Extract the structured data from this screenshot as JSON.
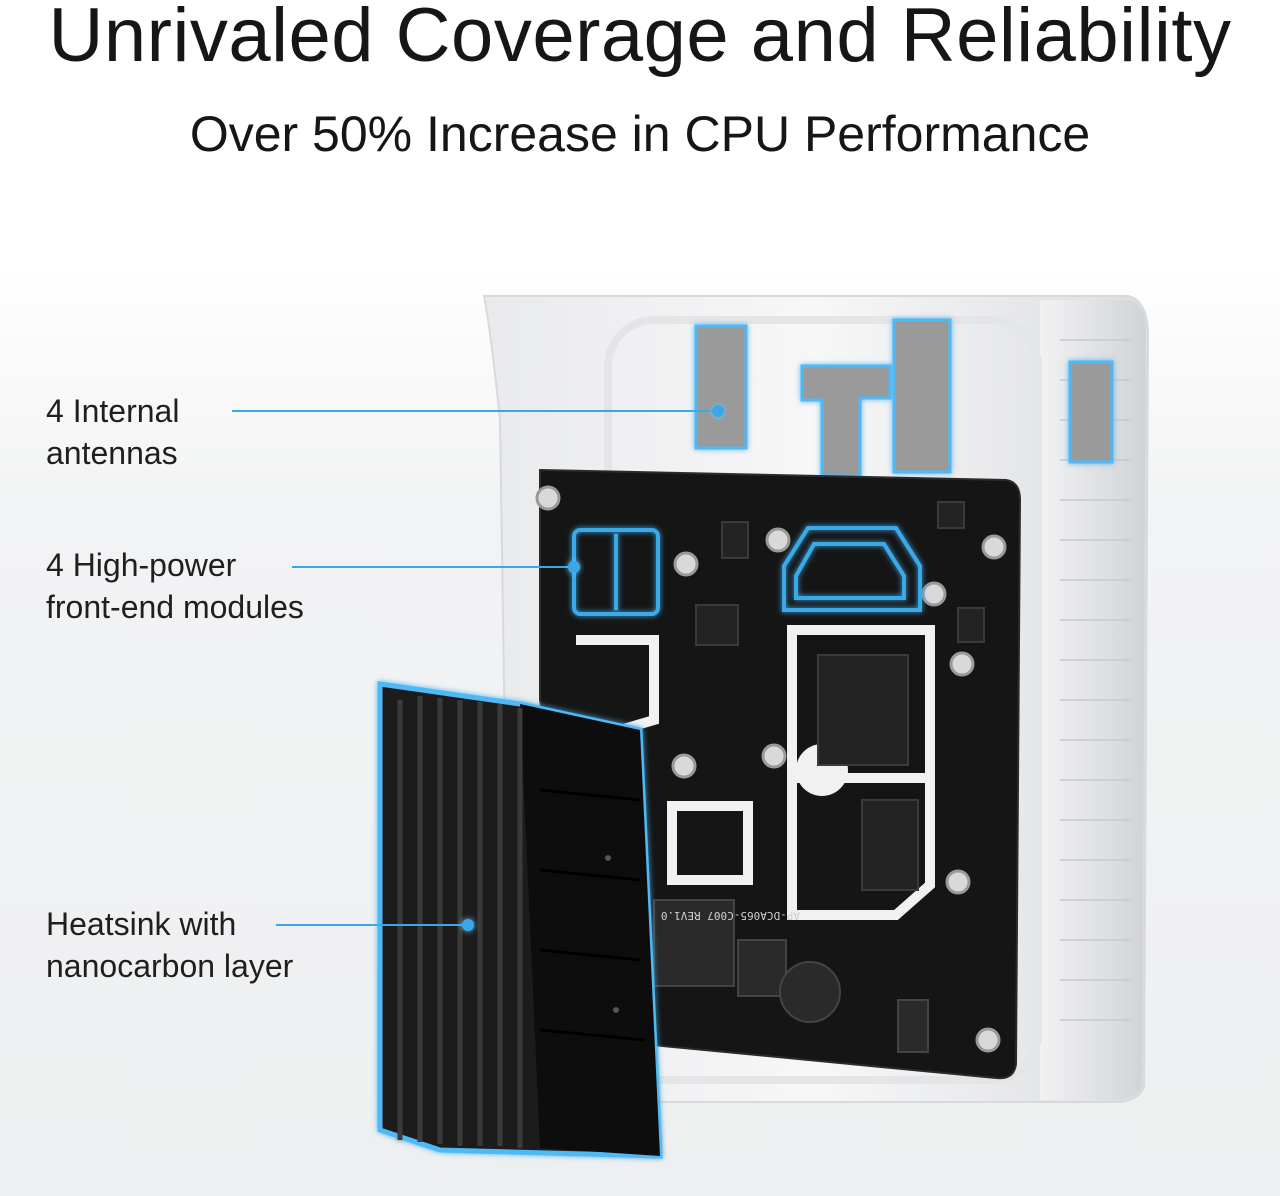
{
  "header": {
    "title": "Unrivaled Coverage and Reliability",
    "subtitle": "Over 50% Increase in CPU Performance"
  },
  "callouts": [
    {
      "line1": "4 Internal",
      "line2": "antennas"
    },
    {
      "line1": "4 High-power",
      "line2": "front-end modules"
    },
    {
      "line1": "Heatsink with",
      "line2": "nanocarbon layer"
    }
  ],
  "board": {
    "marking": "AP-DCA065-C007 REV1.0"
  },
  "colors": {
    "accent": "#3aa8e8",
    "board": "#151515",
    "heatsink": "#1c1c1c",
    "shell": "#f4f5f6",
    "antenna": "#9a9a9a"
  }
}
